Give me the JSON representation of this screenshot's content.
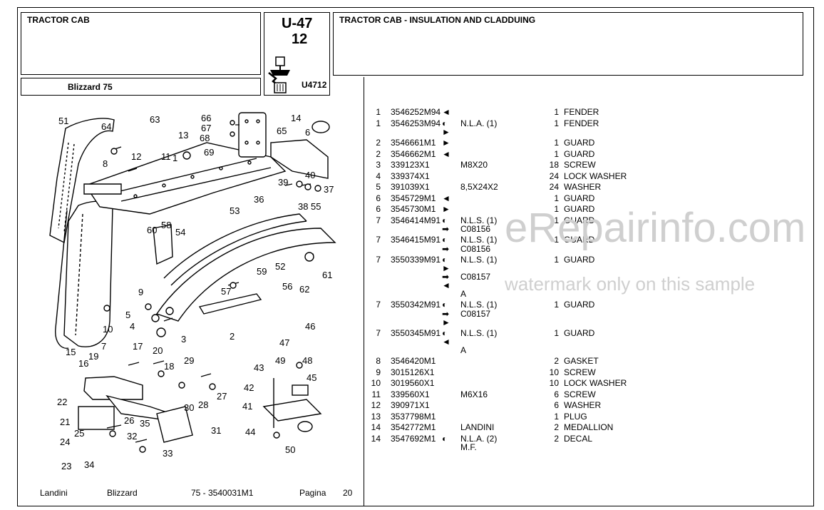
{
  "header": {
    "section_title": "TRACTOR CAB",
    "model": "Blizzard 75",
    "page_code": "U-47",
    "page_sub": "12",
    "figure_code": "U4712",
    "right_title": "TRACTOR CAB - INSULATION AND CLADDUING"
  },
  "watermark": {
    "big": "eRepairinfo.com",
    "small": "watermark only on this sample"
  },
  "footer": {
    "brand": "Landini",
    "series": "Blizzard",
    "doc": "75 - 3540031M1",
    "page_label": "Pagina",
    "page_number": "20"
  },
  "diagram_labels": [
    "51",
    "64",
    "63",
    "13",
    "66",
    "67",
    "68",
    "69",
    "65",
    "14",
    "6",
    "12",
    "11",
    "8",
    "1",
    "40",
    "39",
    "36",
    "38",
    "37",
    "53",
    "55",
    "60",
    "58",
    "54",
    "52",
    "61",
    "59",
    "57",
    "56",
    "62",
    "9",
    "5",
    "4",
    "10",
    "3",
    "2",
    "7",
    "15",
    "20",
    "17",
    "19",
    "16",
    "18",
    "29",
    "47",
    "46",
    "49",
    "48",
    "43",
    "45",
    "22",
    "21",
    "30",
    "28",
    "27",
    "42",
    "41",
    "26",
    "25",
    "24",
    "23",
    "34",
    "32",
    "33",
    "35",
    "31",
    "44",
    "50"
  ],
  "parts": [
    {
      "item": "1",
      "pn": "3546252M94",
      "sym": "◄",
      "note": "",
      "qty": "1",
      "desc": "FENDER"
    },
    {
      "item": "1",
      "pn": "3546253M94",
      "sym": "◐",
      "note": "N.L.A.  (1)",
      "qty": "1",
      "desc": "FENDER",
      "sub": [
        {
          "sym": "►",
          "note": ""
        }
      ]
    },
    {
      "item": "2",
      "pn": "3546661M1",
      "sym": "►",
      "note": "",
      "qty": "1",
      "desc": "GUARD"
    },
    {
      "item": "2",
      "pn": "3546662M1",
      "sym": "◄",
      "note": "",
      "qty": "1",
      "desc": "GUARD"
    },
    {
      "item": "3",
      "pn": "339123X1",
      "sym": "",
      "note": "M8X20",
      "qty": "18",
      "desc": "SCREW"
    },
    {
      "item": "4",
      "pn": "339374X1",
      "sym": "",
      "note": "",
      "qty": "24",
      "desc": "LOCK WASHER"
    },
    {
      "item": "5",
      "pn": "391039X1",
      "sym": "",
      "note": "8,5X24X2",
      "qty": "24",
      "desc": "WASHER"
    },
    {
      "item": "6",
      "pn": "3545729M1",
      "sym": "◄",
      "note": "",
      "qty": "1",
      "desc": "GUARD"
    },
    {
      "item": "6",
      "pn": "3545730M1",
      "sym": "►",
      "note": "",
      "qty": "1",
      "desc": "GUARD"
    },
    {
      "item": "7",
      "pn": "3546414M91",
      "sym": "◐",
      "note": "N.L.S.  (1)",
      "qty": "1",
      "desc": "GUARD",
      "sub": [
        {
          "sym": "➡",
          "note": "C08156"
        }
      ]
    },
    {
      "item": "7",
      "pn": "3546415M91",
      "sym": "◐",
      "note": "N.L.S.  (1)",
      "qty": "1",
      "desc": "GUARD",
      "sub": [
        {
          "sym": "➡",
          "note": "C08156"
        }
      ]
    },
    {
      "item": "7",
      "pn": "3550339M91",
      "sym": "◐",
      "note": "N.L.S.  (1)",
      "qty": "1",
      "desc": "GUARD",
      "sub": [
        {
          "sym": "►",
          "note": ""
        },
        {
          "sym": "➡",
          "note": "C08157"
        },
        {
          "sym": "◄",
          "note": ""
        },
        {
          "sym": "",
          "note": "A"
        }
      ]
    },
    {
      "item": "7",
      "pn": "3550342M91",
      "sym": "◐",
      "note": "N.L.S.  (1)",
      "qty": "1",
      "desc": "GUARD",
      "sub": [
        {
          "sym": "➡",
          "note": "C08157"
        },
        {
          "sym": "►",
          "note": ""
        }
      ]
    },
    {
      "item": "7",
      "pn": "3550345M91",
      "sym": "◐",
      "note": "N.L.S.  (1)",
      "qty": "1",
      "desc": "GUARD",
      "sub": [
        {
          "sym": "◄",
          "note": ""
        },
        {
          "sym": "",
          "note": "A"
        }
      ]
    },
    {
      "item": "8",
      "pn": "3546420M1",
      "sym": "",
      "note": "",
      "qty": "2",
      "desc": "GASKET"
    },
    {
      "item": "9",
      "pn": "3015126X1",
      "sym": "",
      "note": "",
      "qty": "10",
      "desc": "SCREW"
    },
    {
      "item": "10",
      "pn": "3019560X1",
      "sym": "",
      "note": "",
      "qty": "10",
      "desc": "LOCK WASHER"
    },
    {
      "item": "11",
      "pn": "339560X1",
      "sym": "",
      "note": "M6X16",
      "qty": "6",
      "desc": "SCREW"
    },
    {
      "item": "12",
      "pn": "390971X1",
      "sym": "",
      "note": "",
      "qty": "6",
      "desc": "WASHER"
    },
    {
      "item": "13",
      "pn": "3537798M1",
      "sym": "",
      "note": "",
      "qty": "1",
      "desc": "PLUG"
    },
    {
      "item": "14",
      "pn": "3542772M1",
      "sym": "",
      "note": "LANDINI",
      "qty": "2",
      "desc": "MEDALLION"
    },
    {
      "item": "14",
      "pn": "3547692M1",
      "sym": "◐",
      "note": "N.L.A.  (2)",
      "qty": "2",
      "desc": "DECAL",
      "sub": [
        {
          "sym": "",
          "note": "M.F."
        }
      ]
    }
  ]
}
